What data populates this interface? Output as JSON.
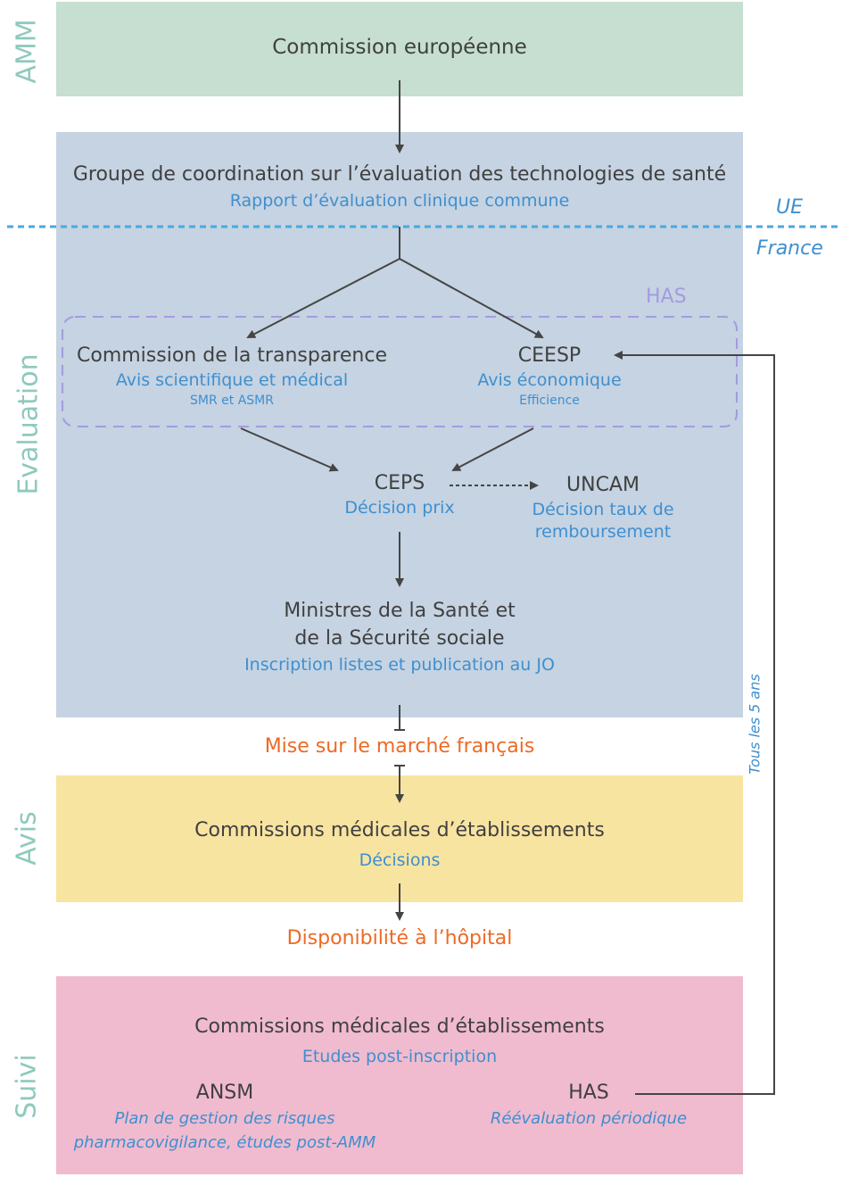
{
  "colors": {
    "amm_box": "#c6dfd0",
    "evaluation_box": "#c5d3e2",
    "avis_box": "#f8e4a1",
    "suivi_box": "#f0bbcf",
    "dark_text": "#404040",
    "blue_text": "#3f8fcf",
    "orange_text": "#ed6a24",
    "side_label": "#8fc9bd",
    "has_dashed": "#a49be0",
    "eu_line": "#4aa8dd",
    "arrow": "#454545"
  },
  "side_labels": {
    "amm": "AMM",
    "evaluation": "Evaluation",
    "avis": "Avis",
    "suivi": "Suivi"
  },
  "amm": {
    "title": "Commission européenne"
  },
  "hta": {
    "title": "Groupe de coordination sur l’évaluation des technologies de santé",
    "subtitle": "Rapport d’évaluation clinique commune"
  },
  "border": {
    "ue": "UE",
    "france": "France"
  },
  "has_group": {
    "label": "HAS",
    "ct": {
      "title": "Commission de la transparence",
      "subtitle": "Avis scientifique et médical",
      "detail": "SMR et ASMR"
    },
    "ceesp": {
      "title": "CEESP",
      "subtitle": "Avis économique",
      "detail": "Efficience"
    }
  },
  "ceps": {
    "title": "CEPS",
    "subtitle": "Décision prix"
  },
  "uncam": {
    "title": "UNCAM",
    "subtitle_line1": "Décision taux de",
    "subtitle_line2": "remboursement"
  },
  "ministres": {
    "line1": "Ministres de la Santé et",
    "line2": "de la Sécurité sociale",
    "subtitle": "Inscription listes et publication au JO"
  },
  "milestones": {
    "market": "Mise sur le marché français",
    "hospital": "Disponibilité à l’hôpital"
  },
  "avis": {
    "title": "Commissions médicales d’établissements",
    "subtitle": "Décisions"
  },
  "suivi": {
    "title": "Commissions médicales d’établissements",
    "subtitle": "Etudes post-inscription",
    "ansm": {
      "title": "ANSM",
      "line1": "Plan de gestion des risques",
      "line2": "pharmacovigilance, études post-AMM"
    },
    "has": {
      "title": "HAS",
      "line1": "Réévaluation périodique"
    }
  },
  "loop_label": "Tous les 5 ans"
}
